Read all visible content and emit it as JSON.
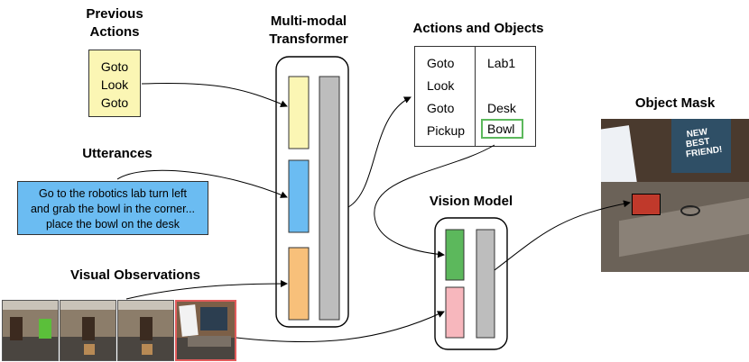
{
  "titles": {
    "previous_actions": [
      "Previous",
      "Actions"
    ],
    "multimodal_transformer": [
      "Multi-modal",
      "Transformer"
    ],
    "actions_and_objects": "Actions and Objects",
    "utterances": "Utterances",
    "visual_observations": "Visual Observations",
    "vision_model": "Vision Model",
    "object_mask": "Object Mask"
  },
  "previous_actions": [
    "Goto",
    "Look",
    "Goto"
  ],
  "utterance_lines": [
    "Go to the robotics lab turn left",
    "and grab the bowl in the corner...",
    "place the bowl on the desk"
  ],
  "actions": [
    "Goto",
    "Look",
    "Goto",
    "Pickup"
  ],
  "objects": [
    "Lab1",
    "",
    "Desk",
    "Bowl"
  ],
  "highlighted_object": "Bowl",
  "mask_scene_text": [
    "NEW",
    "BEST",
    "FRIEND!"
  ],
  "colors": {
    "prev_actions": "#fbf6b4",
    "utterances": "#6bbcf2",
    "visual": "#f8c07a",
    "transformer_output": "#bdbdbd",
    "vision_green": "#5cb85c",
    "vision_pink": "#f7b7bd",
    "highlight_border": "#5cb85c",
    "mask": "#c0392b"
  }
}
